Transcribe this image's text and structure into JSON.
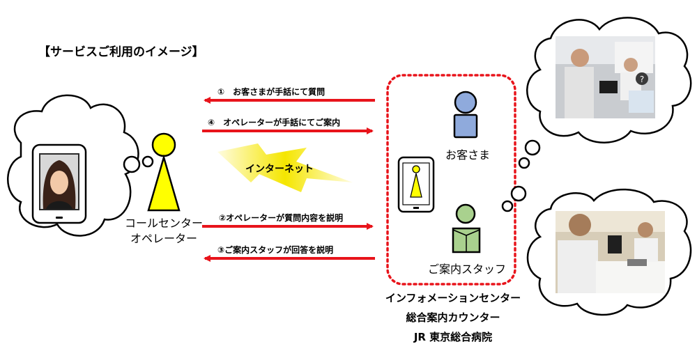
{
  "title": "【サービスご利用のイメージ】",
  "arrows": {
    "step1": "①　お客さまが手話にて質問",
    "step4": "④　オペレーターが手話にてご案内",
    "step2": "②オペレーターが質問内容を説明",
    "step3": "③ご案内スタッフが回答を説明"
  },
  "internet_label": "インターネット",
  "operator": {
    "line1": "コールセンター",
    "line2": "オペレーター"
  },
  "customer_label": "お客さま",
  "staff_label": "ご案内スタッフ",
  "institutions": [
    "インフォメーションセンター",
    "総合案内カウンター",
    "JR 東京総合病院"
  ],
  "colors": {
    "arrow": "#e8141b",
    "dotted_box": "#e8141b",
    "figure_yellow": "#ffff00",
    "customer_blue": "#8faadc",
    "staff_green": "#a9d18e",
    "lightning": "#f2e400"
  }
}
